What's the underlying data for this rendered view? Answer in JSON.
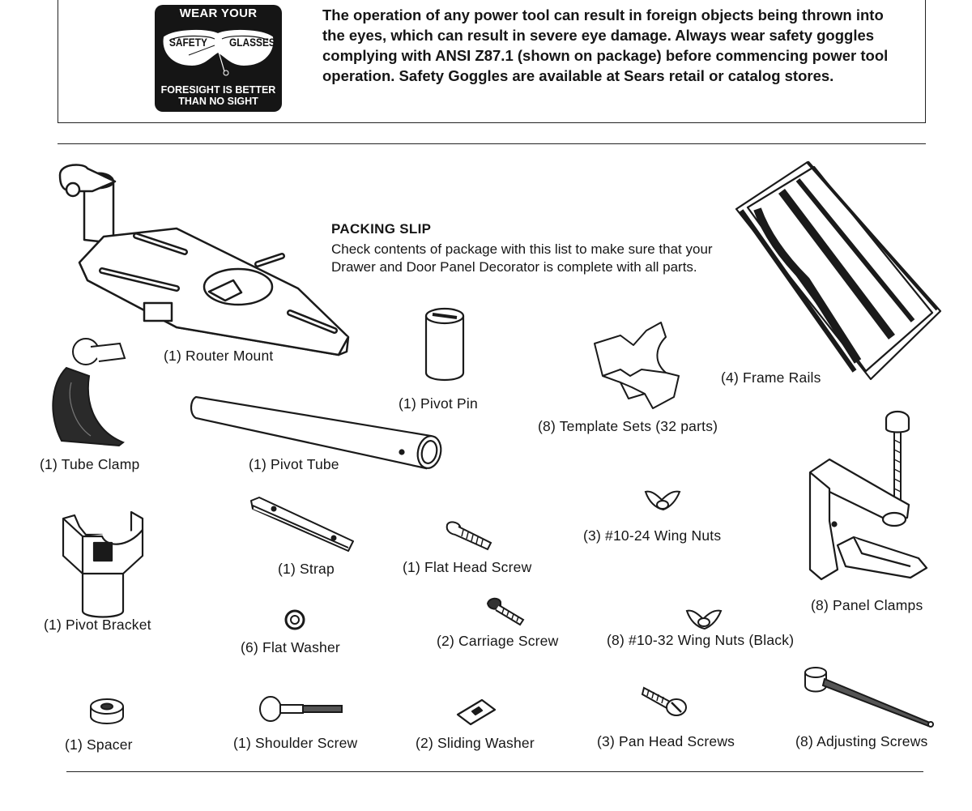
{
  "warning": {
    "badge": {
      "top_text": "WEAR YOUR",
      "left_lens_text": "SAFETY",
      "right_lens_text": "GLASSES",
      "bottom_text_line1": "FORESIGHT IS BETTER",
      "bottom_text_line2": "THAN NO SIGHT"
    },
    "text": "The operation of any power tool can result in foreign objects being thrown into the eyes, which can result in severe eye damage. Always wear safety goggles complying with ANSI Z87.1 (shown on package) before commencing power tool operation. Safety Goggles are available at Sears retail or catalog stores."
  },
  "packing_slip": {
    "title": "PACKING SLIP",
    "description": "Check contents of package with this list to make sure that your Drawer and Door Panel Decorator is complete with all parts."
  },
  "parts": [
    {
      "id": "router-mount",
      "label": "(1) Router Mount"
    },
    {
      "id": "frame-rails",
      "label": "(4) Frame Rails"
    },
    {
      "id": "tube-clamp",
      "label": "(1) Tube Clamp"
    },
    {
      "id": "pivot-pin",
      "label": "(1) Pivot Pin"
    },
    {
      "id": "template-sets",
      "label": "(8) Template Sets (32 parts)"
    },
    {
      "id": "pivot-tube",
      "label": "(1) Pivot Tube"
    },
    {
      "id": "wing-nuts-24",
      "label": "(3) #10-24 Wing Nuts"
    },
    {
      "id": "strap",
      "label": "(1) Strap"
    },
    {
      "id": "flat-head-screw",
      "label": "(1) Flat Head Screw"
    },
    {
      "id": "pivot-bracket",
      "label": "(1) Pivot Bracket"
    },
    {
      "id": "panel-clamps",
      "label": "(8) Panel Clamps"
    },
    {
      "id": "flat-washer",
      "label": "(6) Flat Washer"
    },
    {
      "id": "carriage-screw",
      "label": "(2) Carriage Screw"
    },
    {
      "id": "wing-nuts-32",
      "label": "(8) #10-32 Wing Nuts (Black)"
    },
    {
      "id": "spacer",
      "label": "(1) Spacer"
    },
    {
      "id": "shoulder-screw",
      "label": "(1) Shoulder Screw"
    },
    {
      "id": "sliding-washer",
      "label": "(2) Sliding Washer"
    },
    {
      "id": "pan-head-screws",
      "label": "(3) Pan Head Screws"
    },
    {
      "id": "adjusting-screws",
      "label": "(8) Adjusting Screws"
    }
  ]
}
